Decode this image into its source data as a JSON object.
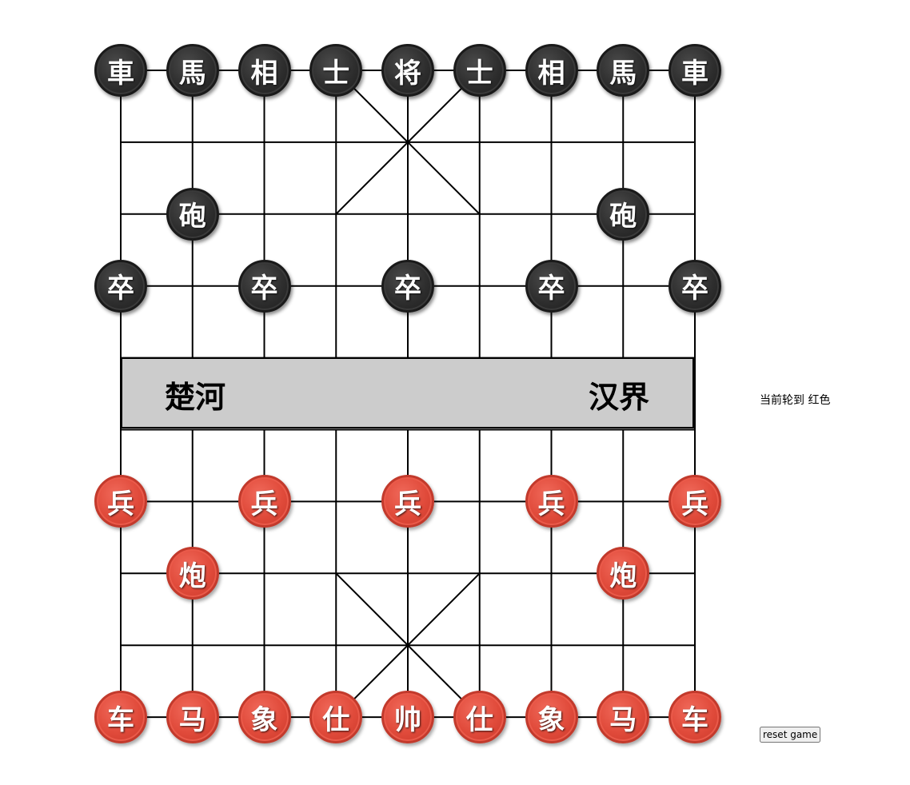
{
  "river": {
    "left_text": "楚河",
    "right_text": "汉界"
  },
  "status": {
    "turn_text": "当前轮到 红色"
  },
  "controls": {
    "reset_label": "reset game"
  },
  "colors": {
    "black_piece": "#2e2e2e",
    "red_piece": "#e04a3a",
    "river_bg": "#cccccc",
    "grid_line": "#000000"
  },
  "pieces": [
    {
      "side": "black",
      "name": "chariot",
      "char": "車",
      "file": 0,
      "rank": 0
    },
    {
      "side": "black",
      "name": "horse",
      "char": "馬",
      "file": 1,
      "rank": 0
    },
    {
      "side": "black",
      "name": "elephant",
      "char": "相",
      "file": 2,
      "rank": 0
    },
    {
      "side": "black",
      "name": "advisor",
      "char": "士",
      "file": 3,
      "rank": 0
    },
    {
      "side": "black",
      "name": "general",
      "char": "将",
      "file": 4,
      "rank": 0
    },
    {
      "side": "black",
      "name": "advisor",
      "char": "士",
      "file": 5,
      "rank": 0
    },
    {
      "side": "black",
      "name": "elephant",
      "char": "相",
      "file": 6,
      "rank": 0
    },
    {
      "side": "black",
      "name": "horse",
      "char": "馬",
      "file": 7,
      "rank": 0
    },
    {
      "side": "black",
      "name": "chariot",
      "char": "車",
      "file": 8,
      "rank": 0
    },
    {
      "side": "black",
      "name": "cannon",
      "char": "砲",
      "file": 1,
      "rank": 2
    },
    {
      "side": "black",
      "name": "cannon",
      "char": "砲",
      "file": 7,
      "rank": 2
    },
    {
      "side": "black",
      "name": "soldier",
      "char": "卒",
      "file": 0,
      "rank": 3
    },
    {
      "side": "black",
      "name": "soldier",
      "char": "卒",
      "file": 2,
      "rank": 3
    },
    {
      "side": "black",
      "name": "soldier",
      "char": "卒",
      "file": 4,
      "rank": 3
    },
    {
      "side": "black",
      "name": "soldier",
      "char": "卒",
      "file": 6,
      "rank": 3
    },
    {
      "side": "black",
      "name": "soldier",
      "char": "卒",
      "file": 8,
      "rank": 3
    },
    {
      "side": "red",
      "name": "soldier",
      "char": "兵",
      "file": 0,
      "rank": 6
    },
    {
      "side": "red",
      "name": "soldier",
      "char": "兵",
      "file": 2,
      "rank": 6
    },
    {
      "side": "red",
      "name": "soldier",
      "char": "兵",
      "file": 4,
      "rank": 6
    },
    {
      "side": "red",
      "name": "soldier",
      "char": "兵",
      "file": 6,
      "rank": 6
    },
    {
      "side": "red",
      "name": "soldier",
      "char": "兵",
      "file": 8,
      "rank": 6
    },
    {
      "side": "red",
      "name": "cannon",
      "char": "炮",
      "file": 1,
      "rank": 7
    },
    {
      "side": "red",
      "name": "cannon",
      "char": "炮",
      "file": 7,
      "rank": 7
    },
    {
      "side": "red",
      "name": "chariot",
      "char": "车",
      "file": 0,
      "rank": 9
    },
    {
      "side": "red",
      "name": "horse",
      "char": "马",
      "file": 1,
      "rank": 9
    },
    {
      "side": "red",
      "name": "elephant",
      "char": "象",
      "file": 2,
      "rank": 9
    },
    {
      "side": "red",
      "name": "advisor",
      "char": "仕",
      "file": 3,
      "rank": 9
    },
    {
      "side": "red",
      "name": "general",
      "char": "帅",
      "file": 4,
      "rank": 9
    },
    {
      "side": "red",
      "name": "advisor",
      "char": "仕",
      "file": 5,
      "rank": 9
    },
    {
      "side": "red",
      "name": "elephant",
      "char": "象",
      "file": 6,
      "rank": 9
    },
    {
      "side": "red",
      "name": "horse",
      "char": "马",
      "file": 7,
      "rank": 9
    },
    {
      "side": "red",
      "name": "chariot",
      "char": "车",
      "file": 8,
      "rank": 9
    }
  ]
}
